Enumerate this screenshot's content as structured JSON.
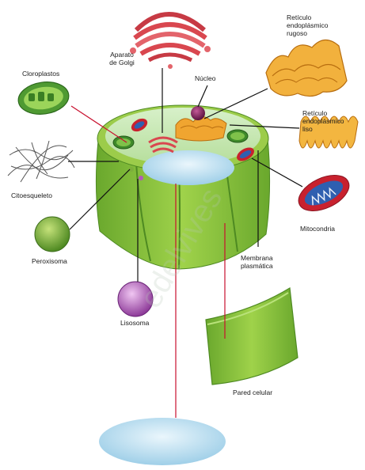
{
  "labels": {
    "golgi": [
      "Aparato",
      "de Golgi"
    ],
    "rer": [
      "Retículo",
      "endoplásmico",
      "rugoso"
    ],
    "nucleus": [
      "Núcleo"
    ],
    "chloroplasts": [
      "Cloroplastos"
    ],
    "ser": [
      "Retículo",
      "endoplásmico",
      "liso"
    ],
    "cytoskeleton": [
      "Citoesqueleto"
    ],
    "mitochondria": [
      "Mitocondria"
    ],
    "peroxisome": [
      "Peroxisoma"
    ],
    "membrane": [
      "Membrana",
      "plasmática"
    ],
    "lysosome": [
      "Lisosoma"
    ],
    "cell_wall": [
      "Pared celular"
    ]
  },
  "colors": {
    "wall_green": "#8dc63f",
    "wall_dark": "#5e9e2a",
    "vacuole": "#bfe1f2",
    "pointer_red": "#c8102e",
    "pointer_black": "#111111",
    "golgi": "#d9474f",
    "rer": "#f0a530",
    "mito": "#c8212e",
    "lysosome": "#b25ab8",
    "peroxisome": "#7cae3c",
    "nucleus": "#7a1f52"
  },
  "watermark": "edelvives"
}
